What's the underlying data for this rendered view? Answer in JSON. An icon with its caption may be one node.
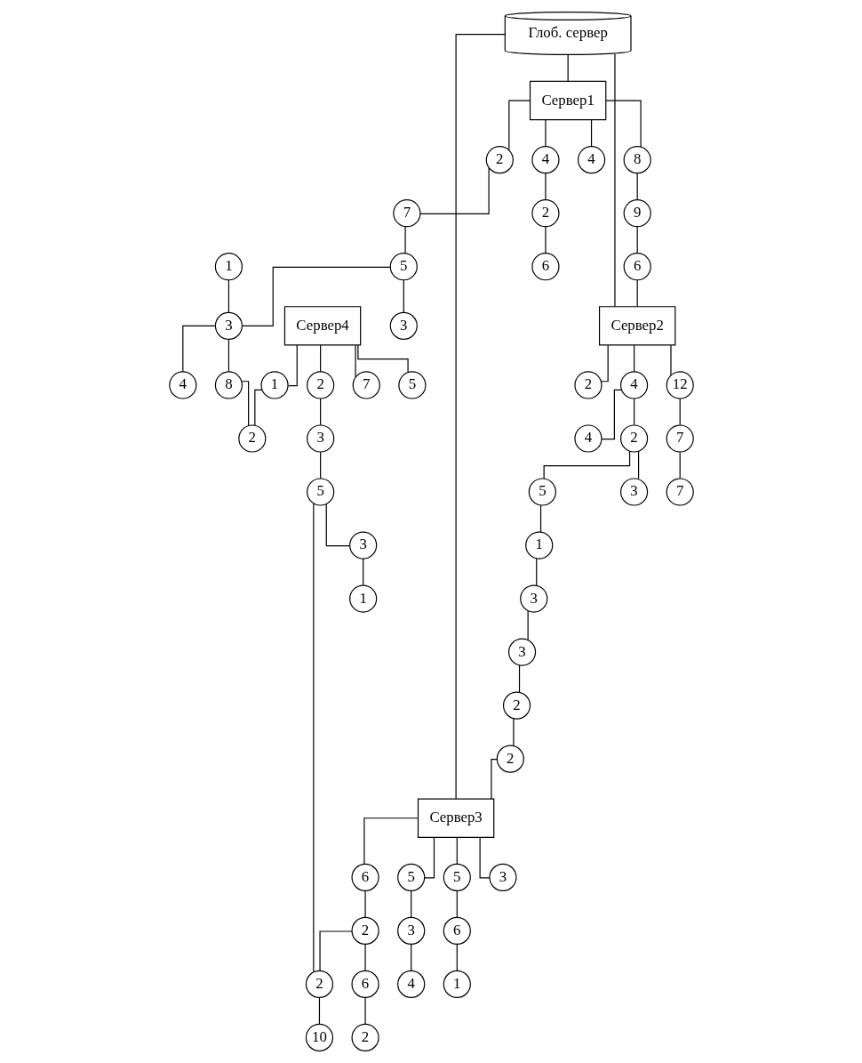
{
  "diagram": {
    "nodes": [
      {
        "text": [
          "Глоб. сервер"
        ]
      },
      {
        "text": [
          "Сервер1"
        ]
      },
      {
        "text": [
          "2"
        ]
      },
      {
        "text": [
          "4"
        ]
      },
      {
        "text": [
          "4"
        ]
      },
      {
        "text": [
          "8"
        ]
      },
      {
        "text": [
          "7"
        ]
      },
      {
        "text": [
          "2"
        ]
      },
      {
        "text": [
          "9"
        ]
      },
      {
        "text": [
          "5"
        ]
      },
      {
        "text": [
          "6"
        ]
      },
      {
        "text": [
          "6"
        ]
      },
      {
        "text": [
          "1"
        ]
      },
      {
        "text": [
          "3"
        ]
      },
      {
        "text": [
          "3"
        ]
      },
      {
        "text": [
          "4"
        ]
      },
      {
        "text": [
          "8"
        ]
      },
      {
        "text": [
          "Сервер2"
        ]
      },
      {
        "text": [
          "2"
        ]
      },
      {
        "text": [
          "12"
        ]
      },
      {
        "text": [
          "4"
        ]
      },
      {
        "text": [
          "4"
        ]
      },
      {
        "text": [
          "7"
        ]
      },
      {
        "text": [
          "2"
        ]
      },
      {
        "text": [
          "3"
        ]
      },
      {
        "text": [
          "7"
        ]
      },
      {
        "text": [
          "5"
        ]
      },
      {
        "text": [
          "1"
        ]
      },
      {
        "text": [
          "3"
        ]
      },
      {
        "text": [
          "3"
        ]
      },
      {
        "text": [
          "2"
        ]
      },
      {
        "text": [
          "2"
        ]
      },
      {
        "text": [
          "Сервер3"
        ]
      },
      {
        "text": [
          "3"
        ]
      },
      {
        "text": [
          "5"
        ]
      },
      {
        "text": [
          "6"
        ]
      },
      {
        "text": [
          "5"
        ]
      },
      {
        "text": [
          "3"
        ]
      },
      {
        "text": [
          "2"
        ]
      },
      {
        "text": [
          "6"
        ]
      },
      {
        "text": [
          "4"
        ]
      },
      {
        "text": [
          "6"
        ]
      },
      {
        "text": [
          "1"
        ]
      },
      {
        "text": [
          "2"
        ]
      },
      {
        "text": [
          "Сервер4"
        ]
      },
      {
        "text": [
          "1"
        ]
      },
      {
        "text": [
          "7"
        ]
      },
      {
        "text": [
          "5"
        ]
      },
      {
        "text": [
          "2"
        ]
      },
      {
        "text": [
          "2"
        ]
      },
      {
        "text": [
          "3"
        ]
      },
      {
        "text": [
          "5"
        ]
      },
      {
        "text": [
          "2"
        ]
      },
      {
        "text": [
          "3"
        ]
      },
      {
        "text": [
          "10"
        ]
      },
      {
        "text": [
          "1"
        ]
      }
    ],
    "edges": [
      {
        "from": 0,
        "to": 1,
        "arrow": "none"
      },
      {
        "from": 0,
        "to": 17,
        "arrow": "none"
      },
      {
        "from": 0,
        "to": 32,
        "arrow": "none"
      },
      {
        "from": 1,
        "to": 2,
        "arrow": "none"
      },
      {
        "from": 1,
        "to": 3,
        "arrow": "none"
      },
      {
        "from": 1,
        "to": 4,
        "arrow": "none"
      },
      {
        "from": 1,
        "to": 5,
        "arrow": "none"
      },
      {
        "from": 2,
        "to": 6,
        "arrow": "none"
      },
      {
        "from": 6,
        "to": 9,
        "arrow": "none"
      },
      {
        "from": 4,
        "to": 7,
        "arrow": "none"
      },
      {
        "from": 7,
        "to": 10,
        "arrow": "none"
      },
      {
        "from": 5,
        "to": 8,
        "arrow": "none"
      },
      {
        "from": 8,
        "to": 11,
        "arrow": "none"
      },
      {
        "from": 11,
        "to": 17,
        "arrow": "none"
      },
      {
        "from": 9,
        "to": 13,
        "arrow": "none"
      },
      {
        "from": 9,
        "to": 14,
        "arrow": "none"
      },
      {
        "from": 12,
        "to": 13,
        "arrow": "none"
      },
      {
        "from": 13,
        "to": 15,
        "arrow": "none"
      },
      {
        "from": 13,
        "to": 16,
        "arrow": "none"
      },
      {
        "from": 16,
        "to": 49,
        "arrow": "none"
      },
      {
        "from": 17,
        "to": 18,
        "arrow": "none"
      },
      {
        "from": 17,
        "to": 19,
        "arrow": "none"
      },
      {
        "from": 17,
        "to": 20,
        "arrow": "none"
      },
      {
        "from": 20,
        "to": 21,
        "arrow": "none"
      },
      {
        "from": 20,
        "to": 23,
        "arrow": "none"
      },
      {
        "from": 23,
        "to": 24,
        "arrow": "none"
      },
      {
        "from": 19,
        "to": 22,
        "arrow": "none"
      },
      {
        "from": 22,
        "to": 25,
        "arrow": "none"
      },
      {
        "from": 23,
        "to": 26,
        "arrow": "none"
      },
      {
        "from": 26,
        "to": 27,
        "arrow": "none"
      },
      {
        "from": 27,
        "to": 28,
        "arrow": "none"
      },
      {
        "from": 28,
        "to": 29,
        "arrow": "none"
      },
      {
        "from": 29,
        "to": 30,
        "arrow": "none"
      },
      {
        "from": 30,
        "to": 31,
        "arrow": "none"
      },
      {
        "from": 31,
        "to": 32,
        "arrow": "none"
      },
      {
        "from": 32,
        "to": 33,
        "arrow": "none"
      },
      {
        "from": 32,
        "to": 34,
        "arrow": "none"
      },
      {
        "from": 32,
        "to": 35,
        "arrow": "none"
      },
      {
        "from": 32,
        "to": 36,
        "arrow": "none"
      },
      {
        "from": 34,
        "to": 37,
        "arrow": "none"
      },
      {
        "from": 37,
        "to": 40,
        "arrow": "none"
      },
      {
        "from": 35,
        "to": 38,
        "arrow": "none"
      },
      {
        "from": 38,
        "to": 41,
        "arrow": "none"
      },
      {
        "from": 41,
        "to": 43,
        "arrow": "none"
      },
      {
        "from": 36,
        "to": 39,
        "arrow": "none"
      },
      {
        "from": 39,
        "to": 42,
        "arrow": "none"
      },
      {
        "from": 38,
        "to": 52,
        "arrow": "none"
      },
      {
        "from": 44,
        "to": 45,
        "arrow": "none"
      },
      {
        "from": 44,
        "to": 46,
        "arrow": "none"
      },
      {
        "from": 44,
        "to": 47,
        "arrow": "none"
      },
      {
        "from": 44,
        "to": 48,
        "arrow": "none"
      },
      {
        "from": 45,
        "to": 49,
        "arrow": "none"
      },
      {
        "from": 48,
        "to": 50,
        "arrow": "none"
      },
      {
        "from": 50,
        "to": 51,
        "arrow": "none"
      },
      {
        "from": 51,
        "to": 52,
        "arrow": "none"
      },
      {
        "from": 51,
        "to": 53,
        "arrow": "none"
      },
      {
        "from": 53,
        "to": 55,
        "arrow": "none"
      },
      {
        "from": 52,
        "to": 54,
        "arrow": "none"
      }
    ]
  }
}
